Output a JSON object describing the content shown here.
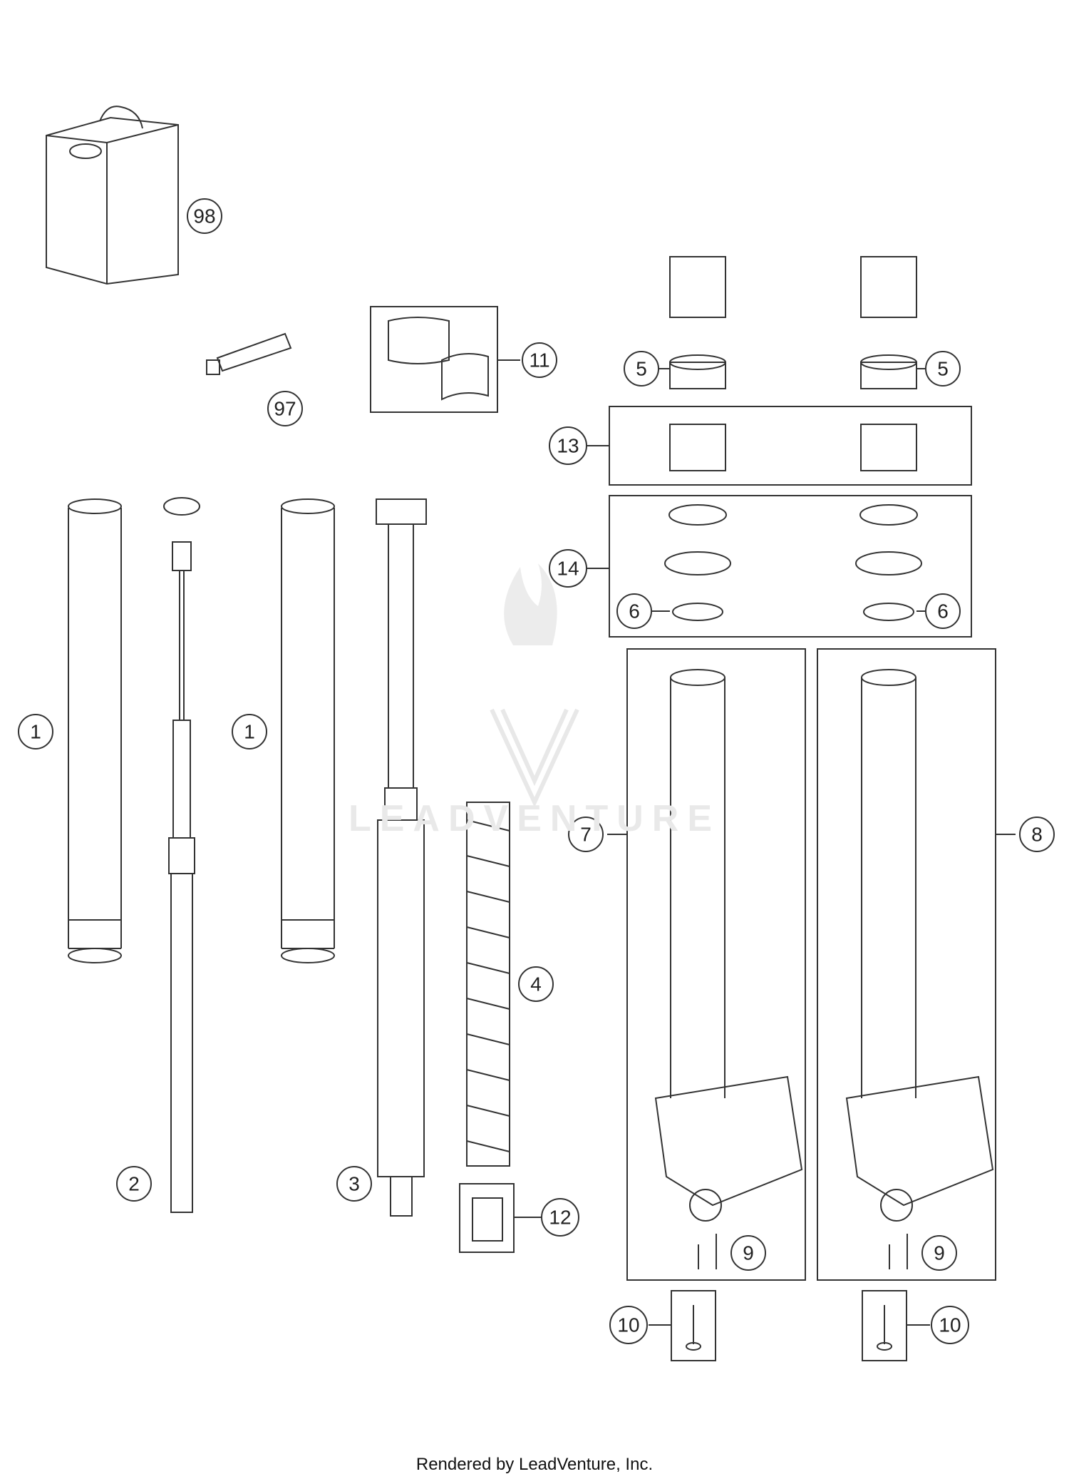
{
  "callouts": {
    "c98": "98",
    "c97": "97",
    "c11": "11",
    "c5a": "5",
    "c5b": "5",
    "c13": "13",
    "c14": "14",
    "c6a": "6",
    "c6b": "6",
    "c1a": "1",
    "c1b": "1",
    "c7": "7",
    "c8": "8",
    "c4": "4",
    "c2": "2",
    "c3": "3",
    "c12": "12",
    "c9a": "9",
    "c9b": "9",
    "c10a": "10",
    "c10b": "10"
  },
  "watermark": {
    "text": "LEADVENTURE"
  },
  "footer": {
    "credit": "Rendered by LeadVenture, Inc."
  },
  "colors": {
    "line": "#333333",
    "watermark": "#e6e6e6"
  }
}
